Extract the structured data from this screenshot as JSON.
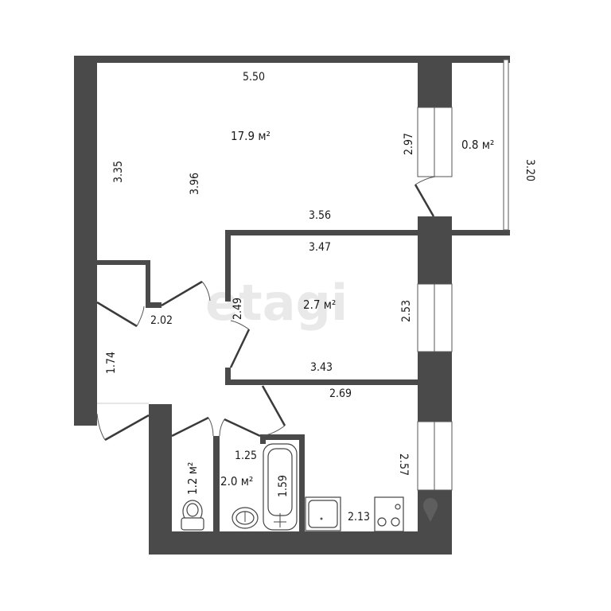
{
  "plan": {
    "rooms": [
      {
        "id": "living-room",
        "area": "17.9 м²"
      },
      {
        "id": "balcony",
        "area": "0.8 м²"
      },
      {
        "id": "bedroom",
        "area": "2.7 м²"
      },
      {
        "id": "toilet",
        "area": "1.2 м²"
      },
      {
        "id": "bathroom",
        "area": "2.0 м²"
      }
    ],
    "dimensions": {
      "living_top": "5.50",
      "living_left": "3.35",
      "living_inner": "3.96",
      "living_right": "2.97",
      "living_bottom": "3.56",
      "balcony_side": "3.20",
      "bedroom_top": "3.47",
      "bedroom_left": "2.49",
      "bedroom_right": "2.53",
      "bedroom_bottom": "3.43",
      "hall_width": "2.02",
      "hall_height": "1.74",
      "kitchen_top": "2.69",
      "kitchen_right": "2.57",
      "kitchen_bottom": "2.13",
      "bath_width": "1.25",
      "bath_length": "1.59"
    },
    "watermark": "etagi",
    "colors": {
      "wall": "#4a4a4a",
      "background": "#ffffff",
      "text": "#1a1a1a"
    }
  }
}
